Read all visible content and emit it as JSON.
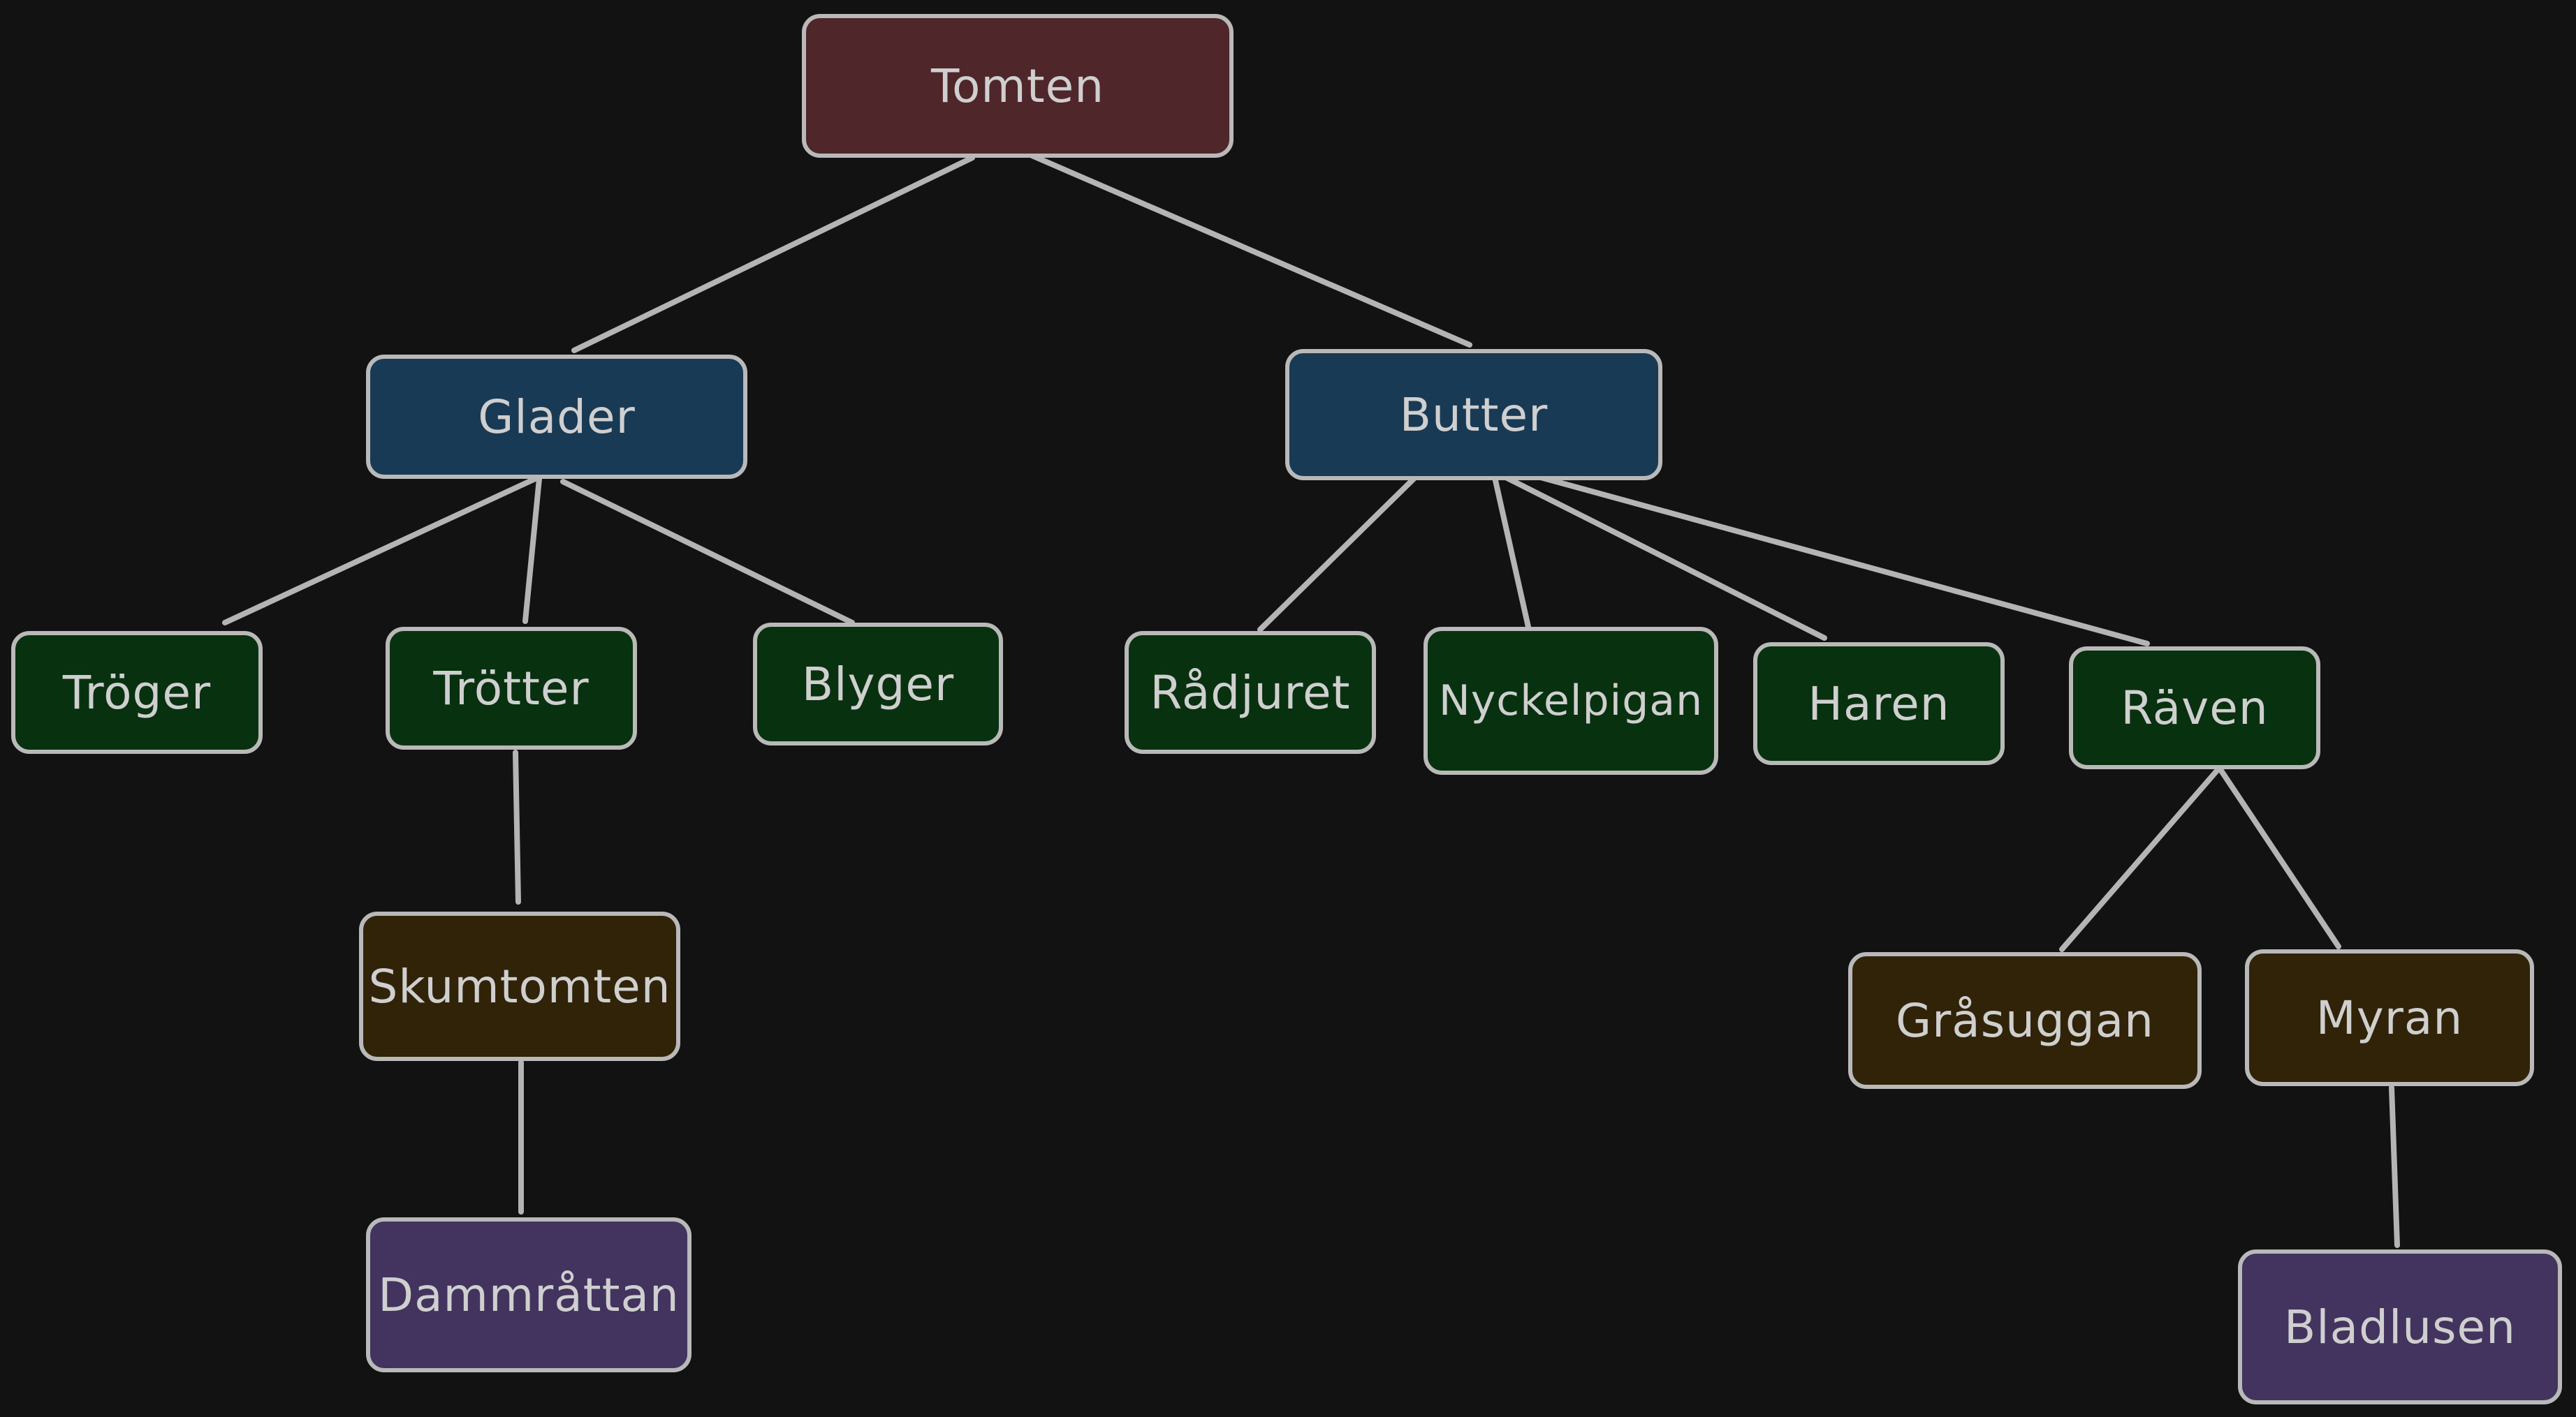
{
  "diagram": {
    "nodes": {
      "tomten": "Tomten",
      "glader": "Glader",
      "butter": "Butter",
      "troger": "Tröger",
      "trotter": "Trötter",
      "blyger": "Blyger",
      "radjuret": "Rådjuret",
      "nyckelpigan": "Nyckelpigan",
      "haren": "Haren",
      "raven": "Räven",
      "skumtomten": "Skumtomten",
      "grasuggan": "Gråsuggan",
      "myran": "Myran",
      "dammrattan": "Dammråttan",
      "bladlusen": "Bladlusen"
    },
    "edges": [
      [
        "tomten",
        "glader"
      ],
      [
        "tomten",
        "butter"
      ],
      [
        "glader",
        "troger"
      ],
      [
        "glader",
        "trotter"
      ],
      [
        "glader",
        "blyger"
      ],
      [
        "butter",
        "radjuret"
      ],
      [
        "butter",
        "nyckelpigan"
      ],
      [
        "butter",
        "haren"
      ],
      [
        "butter",
        "raven"
      ],
      [
        "trotter",
        "skumtomten"
      ],
      [
        "skumtomten",
        "dammrattan"
      ],
      [
        "raven",
        "grasuggan"
      ],
      [
        "raven",
        "myran"
      ],
      [
        "myran",
        "bladlusen"
      ]
    ],
    "colors": {
      "background": "#121212",
      "root": "#4f262a",
      "level1": "#193a55",
      "level2": "#07310f",
      "level3": "#302308",
      "level4": "#42335f",
      "border": "#b9b9b9",
      "edge": "#b4b4b4",
      "text": "#cfcfcf"
    }
  }
}
